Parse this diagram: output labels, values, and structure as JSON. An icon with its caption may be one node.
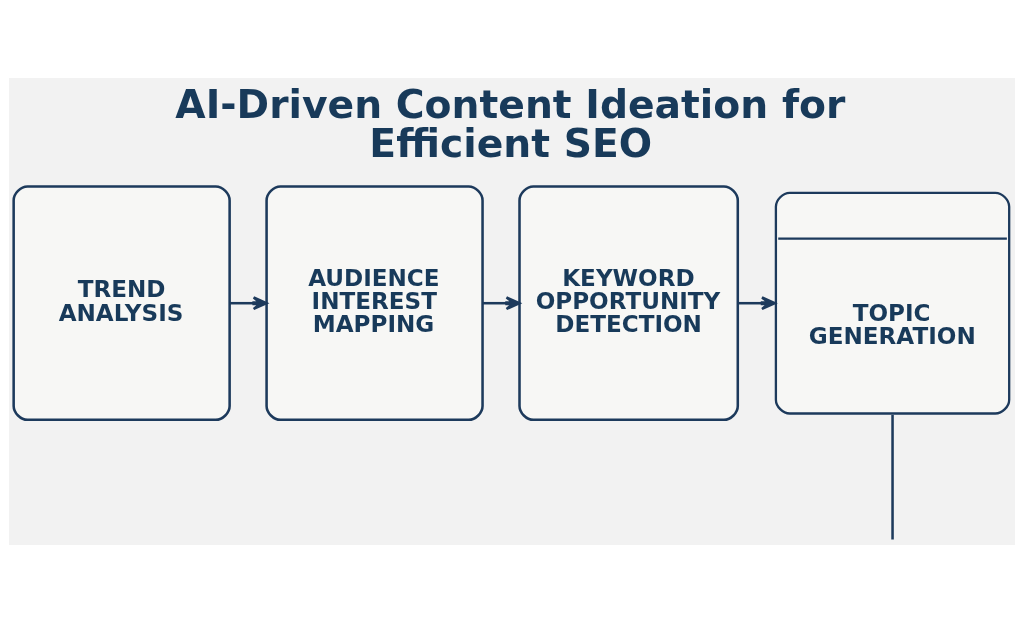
{
  "diagram": {
    "title": "AI-Driven Content Ideation for Efficient SEO",
    "nodes": [
      {
        "text": [
          "TREND ANALYSIS"
        ]
      },
      {
        "text": [
          "AUDIENCE INTEREST MAPPING"
        ]
      },
      {
        "text": [
          "KEYWORD OPPORTUNITY DETECTION"
        ]
      },
      {
        "text": [
          "TOPIC GENERATION"
        ]
      }
    ],
    "edges": [
      {
        "from": 0,
        "to": 1,
        "arrow": "to"
      },
      {
        "from": 1,
        "to": 2,
        "arrow": "to"
      },
      {
        "from": 2,
        "to": 3,
        "arrow": "to"
      },
      {
        "from": 3,
        "to": null,
        "arrow": "none"
      }
    ]
  }
}
